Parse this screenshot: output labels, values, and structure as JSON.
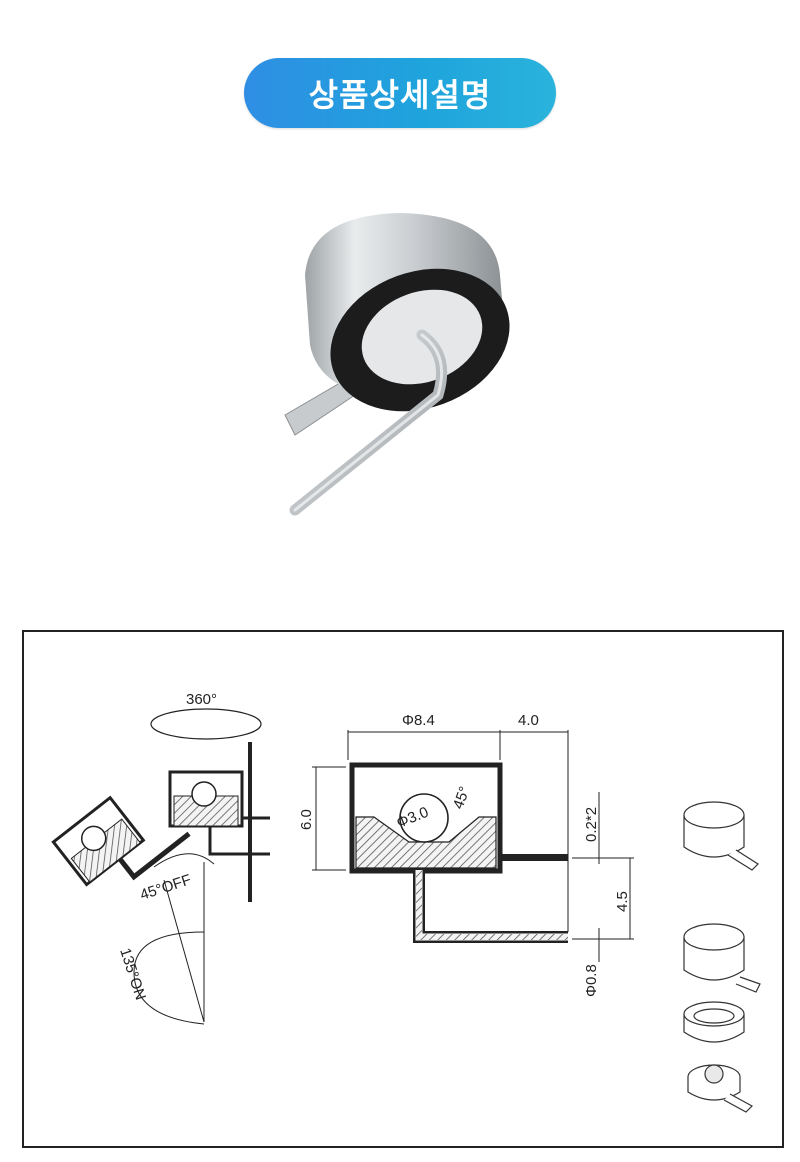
{
  "header": {
    "title": "상품상세설명"
  },
  "drawing": {
    "rotation_label": "360°",
    "diameter_label": "Φ8.4",
    "depth_label": "4.0",
    "height_label": "6.0",
    "ball_label": "Φ3.0",
    "angle_label": "45°",
    "pin_label": "0.2*2",
    "pin_spacing_label": "4.5",
    "lead_label": "Φ0.8",
    "off_label": "45°OFF",
    "on_label": "135°ON"
  }
}
